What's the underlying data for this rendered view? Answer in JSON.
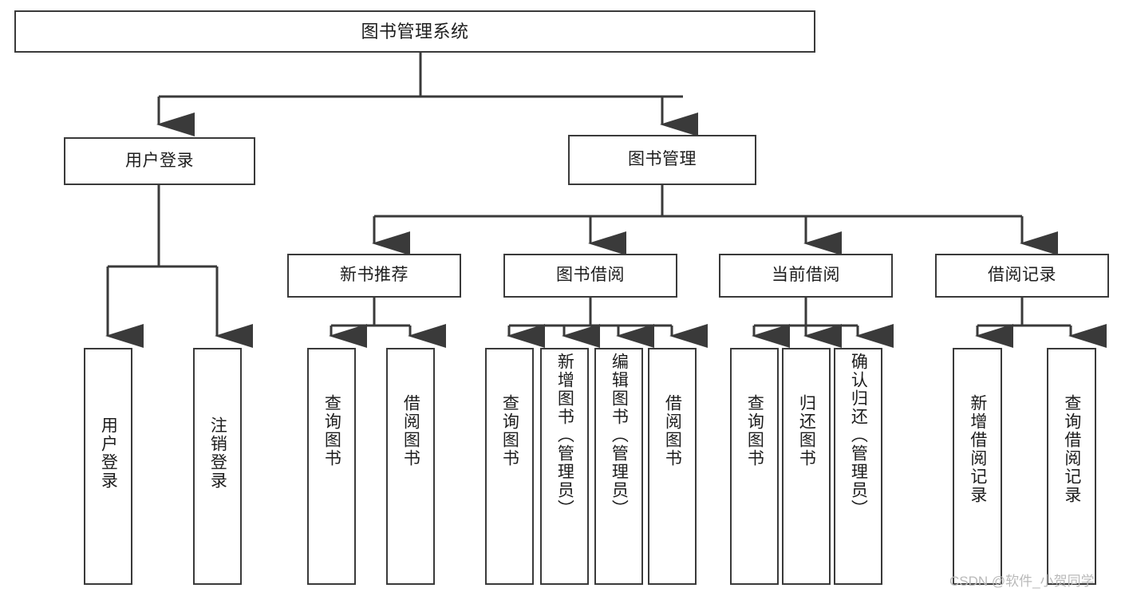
{
  "diagram": {
    "title": "图书管理系统",
    "type": "tree-hierarchy-chart",
    "root": {
      "id": "root",
      "label": "图书管理系统"
    },
    "level2": [
      {
        "id": "user-login",
        "label": "用户登录"
      },
      {
        "id": "book-manage",
        "label": "图书管理"
      }
    ],
    "level3": [
      {
        "id": "new-book-recommend",
        "label": "新书推荐",
        "parent": "book-manage"
      },
      {
        "id": "book-borrow",
        "label": "图书借阅",
        "parent": "book-manage"
      },
      {
        "id": "current-borrow",
        "label": "当前借阅",
        "parent": "book-manage"
      },
      {
        "id": "borrow-record",
        "label": "借阅记录",
        "parent": "book-manage"
      }
    ],
    "leaves": [
      {
        "id": "leaf-user-login",
        "label": "用户登录",
        "parent": "user-login"
      },
      {
        "id": "leaf-logout",
        "label": "注销登录",
        "parent": "user-login"
      },
      {
        "id": "leaf-query-book-1",
        "label": "查询图书",
        "parent": "new-book-recommend"
      },
      {
        "id": "leaf-borrow-book-1",
        "label": "借阅图书",
        "parent": "new-book-recommend"
      },
      {
        "id": "leaf-query-book-2",
        "label": "查询图书",
        "parent": "book-borrow"
      },
      {
        "id": "leaf-add-book",
        "label": "新增图书（管理员）",
        "parent": "book-borrow"
      },
      {
        "id": "leaf-edit-book",
        "label": "编辑图书（管理员）",
        "parent": "book-borrow"
      },
      {
        "id": "leaf-borrow-book-2",
        "label": "借阅图书",
        "parent": "book-borrow"
      },
      {
        "id": "leaf-query-book-3",
        "label": "查询图书",
        "parent": "current-borrow"
      },
      {
        "id": "leaf-return-book",
        "label": "归还图书",
        "parent": "current-borrow"
      },
      {
        "id": "leaf-confirm-return",
        "label": "确认归还（管理员）",
        "parent": "current-borrow"
      },
      {
        "id": "leaf-add-record",
        "label": "新增借阅记录",
        "parent": "borrow-record"
      },
      {
        "id": "leaf-query-record",
        "label": "查询借阅记录",
        "parent": "borrow-record"
      }
    ],
    "watermark": "CSDN @软件_小贺同学",
    "colors": {
      "stroke": "#3a3a3a",
      "text": "#1d1d1d",
      "background": "#ffffff",
      "watermark": "#b9b9b9"
    }
  }
}
